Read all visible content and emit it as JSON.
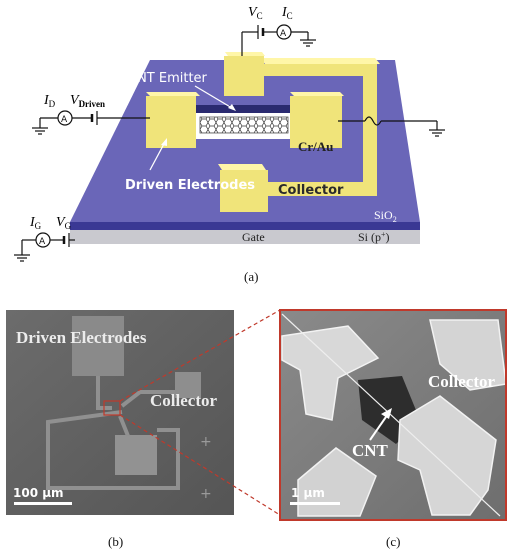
{
  "panel_a": {
    "label": "(a)",
    "cnt_emitter": "CNT Emitter",
    "cr_au": "Cr/Au",
    "driven_electrodes": "Driven Electrodes",
    "collector": "Collector",
    "sio2": "SiO",
    "sio2_sub": "2",
    "gate": "Gate",
    "si": "Si (p",
    "si_sup": "+",
    "si_close": ")",
    "vc": "V",
    "vc_sub": "C",
    "ic": "I",
    "ic_sub": "C",
    "id": "I",
    "id_sub": "D",
    "vdriven": "V",
    "vdriven_sub": "Driven",
    "ig": "I",
    "ig_sub": "G",
    "vg": "V",
    "vg_sub": "G",
    "ammeter": "A"
  },
  "panel_b": {
    "label": "(b)",
    "driven_electrodes": "Driven Electrodes",
    "collector": "Collector",
    "scale": "100 μm"
  },
  "panel_c": {
    "label": "(c)",
    "collector": "Collector",
    "cnt": "CNT",
    "scale": "1 μm"
  },
  "colors": {
    "substrate_purple": "#6a66b8",
    "gate_gray": "#c9c9cf",
    "electrode_yellow": "#f0e47a",
    "callout_red": "#c0392b"
  }
}
